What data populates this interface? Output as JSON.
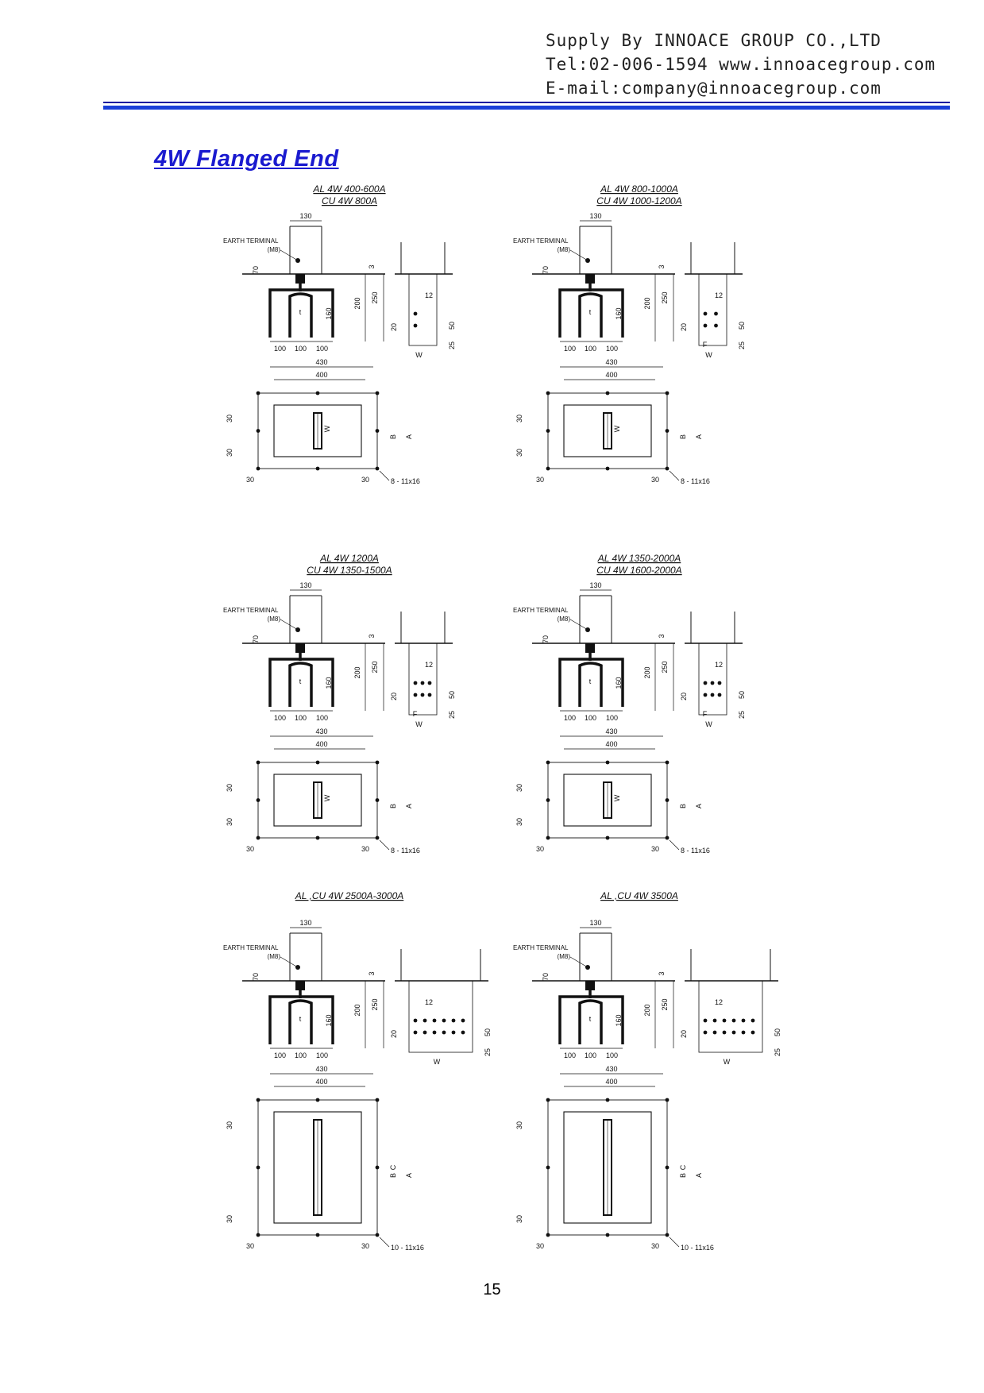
{
  "header": {
    "line1": "Supply By INNOACE GROUP CO.,LTD",
    "line2": "Tel:02-006-1594 www.innoacegroup.com",
    "line3": "E-mail:company@innoacegroup.com"
  },
  "title": "4W Flanged End",
  "drawings": [
    {
      "caption": [
        "AL 4W  400-600A",
        "CU  4W  800A"
      ],
      "bolts": "8 - 11x16",
      "type": "single"
    },
    {
      "caption": [
        "AL 4W  800-1000A",
        "CU  4W  1000-1200A"
      ],
      "bolts": "8 - 11x16",
      "type": "single"
    },
    {
      "caption": [
        "AL 4W  1200A",
        "CU  4W  1350-1500A"
      ],
      "bolts": "8 - 11x16",
      "type": "single"
    },
    {
      "caption": [
        "AL 4W  1350-2000A",
        "CU  4W  1600-2000A"
      ],
      "bolts": "8 - 11x16",
      "type": "single"
    },
    {
      "caption": [
        "AL ,CU 4W  2500A-3000A"
      ],
      "bolts": "10 - 11x16",
      "type": "double"
    },
    {
      "caption": [
        "AL ,CU  4W  3500A"
      ],
      "bolts": "10 - 11x16",
      "type": "double"
    }
  ],
  "labels": {
    "earth_terminal": "EARTH  TERMINAL",
    "m8": "(M8)",
    "dim_130": "130",
    "dim_70": "70",
    "dim_3": "3",
    "dim_250": "250",
    "dim_200": "200",
    "dim_160": "160",
    "dim_t": "t",
    "dim_100": "100",
    "dim_12": "12",
    "dim_20": "20",
    "dim_50": "50",
    "dim_25": "25",
    "dim_W": "W",
    "dim_F": "F",
    "dim_430": "430",
    "dim_400": "400",
    "dim_30": "30",
    "dim_A": "A",
    "dim_B": "B",
    "dim_C": "C"
  },
  "page_number": "15"
}
